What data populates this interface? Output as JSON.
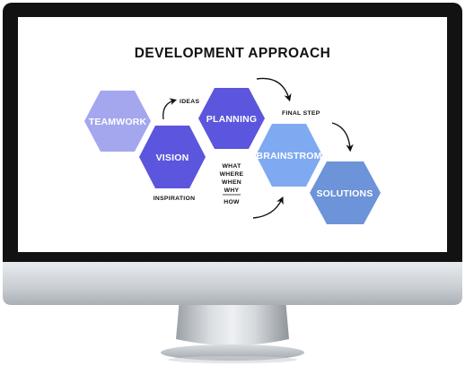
{
  "slide": {
    "title": "DEVELOPMENT APPROACH"
  },
  "nodes": {
    "teamwork": "TEAMWORK",
    "vision": "VISION",
    "planning": "PLANNING",
    "brainstrom": "BRAINSTROM",
    "solutions": "SOLUTIONS"
  },
  "annotations": {
    "ideas": "IDEAS",
    "final_step": "FINAL STEP",
    "inspiration": "INSPIRATION",
    "questions": [
      "WHAT",
      "WHERE",
      "WHEN",
      "WHY"
    ],
    "how": "HOW"
  },
  "colors": {
    "teamwork": "#a4a7ee",
    "vision": "#5c55dd",
    "planning": "#5c55dd",
    "brainstrom": "#7faaf1",
    "solutions": "#6d93d8",
    "monitor_bezel": "#121212",
    "stand": "#c7ccd1"
  }
}
